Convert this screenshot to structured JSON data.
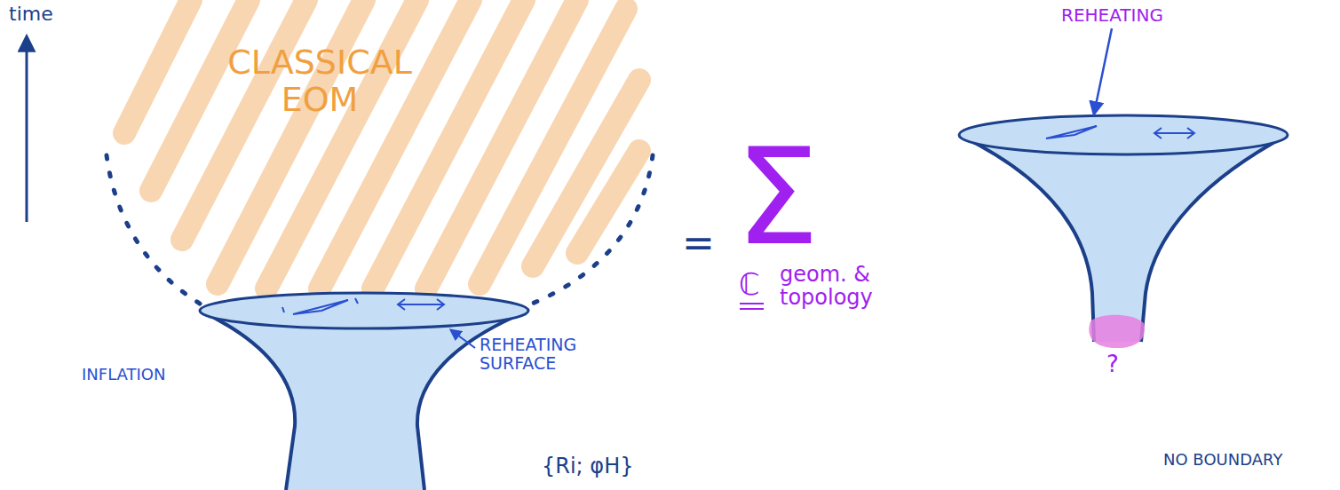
{
  "diagram": {
    "labels": [
      "time",
      "CLASSICAL EOM",
      "REHEATING SURFACE",
      "INFLATION",
      "{Ri; φH}",
      "=",
      "Σ",
      "ℂ",
      "geom. & topology",
      "REHEATING",
      "?",
      "NO BOUNDARY"
    ]
  }
}
